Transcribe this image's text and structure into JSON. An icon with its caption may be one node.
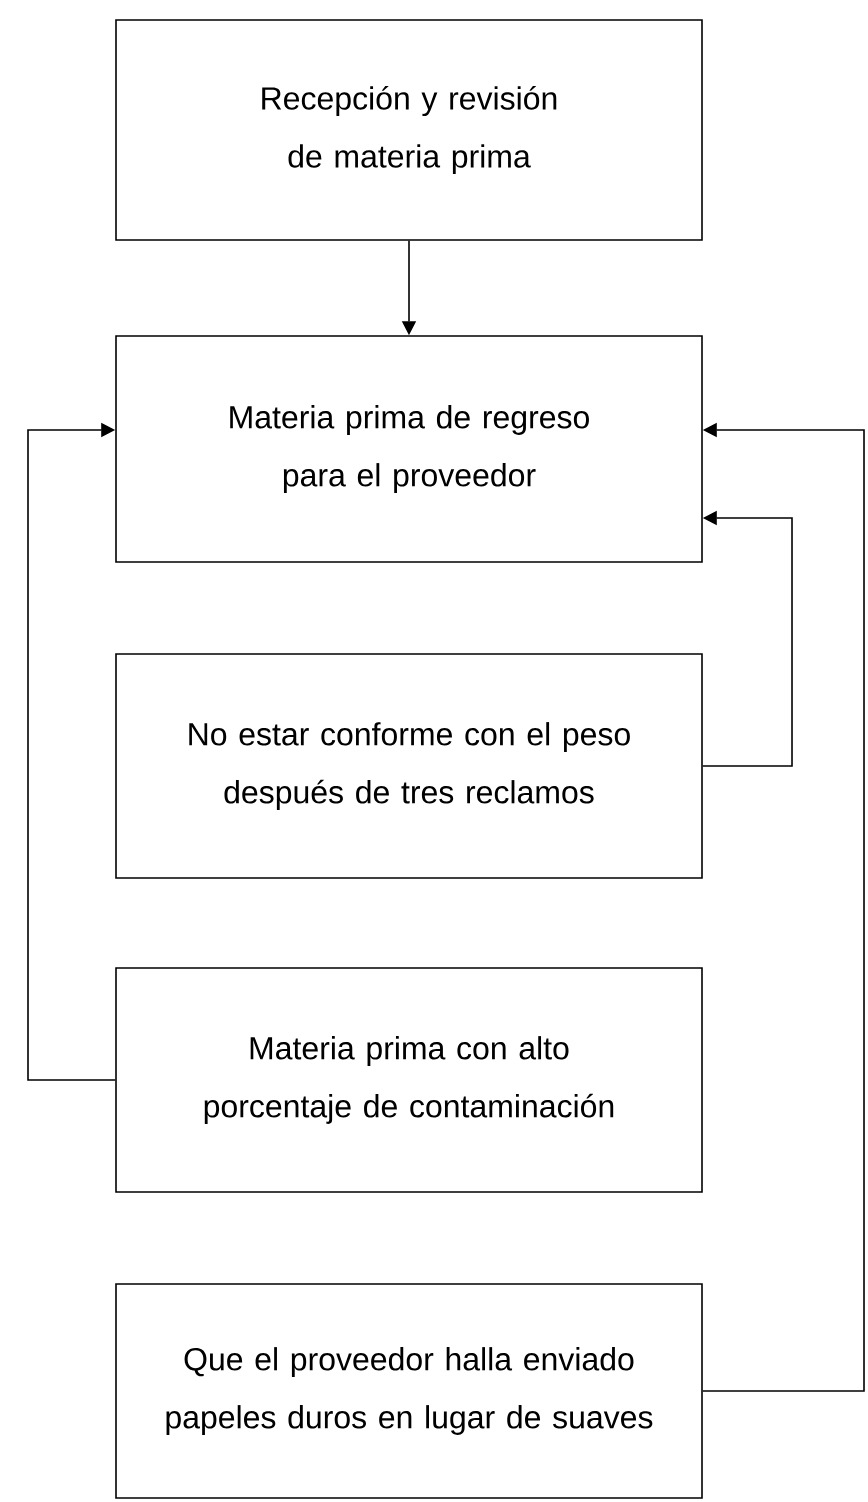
{
  "diagram": {
    "nodes": [
      {
        "text": [
          "Recepción y revisión de materia prima"
        ]
      },
      {
        "text": [
          "Materia prima de regreso para el proveedor"
        ]
      },
      {
        "text": [
          "No estar conforme con el peso después de tres reclamos"
        ]
      },
      {
        "text": [
          "Materia prima con alto porcentaje de contaminación"
        ]
      },
      {
        "text": [
          "Que el proveedor halla enviado papeles duros en lugar de suaves"
        ]
      }
    ],
    "edges": [
      {
        "from": 0,
        "to": 1,
        "arrow": "to"
      },
      {
        "from": 2,
        "to": 1,
        "arrow": "to"
      },
      {
        "from": 3,
        "to": 1,
        "arrow": "to"
      },
      {
        "from": 4,
        "to": 1,
        "arrow": "to"
      }
    ]
  }
}
